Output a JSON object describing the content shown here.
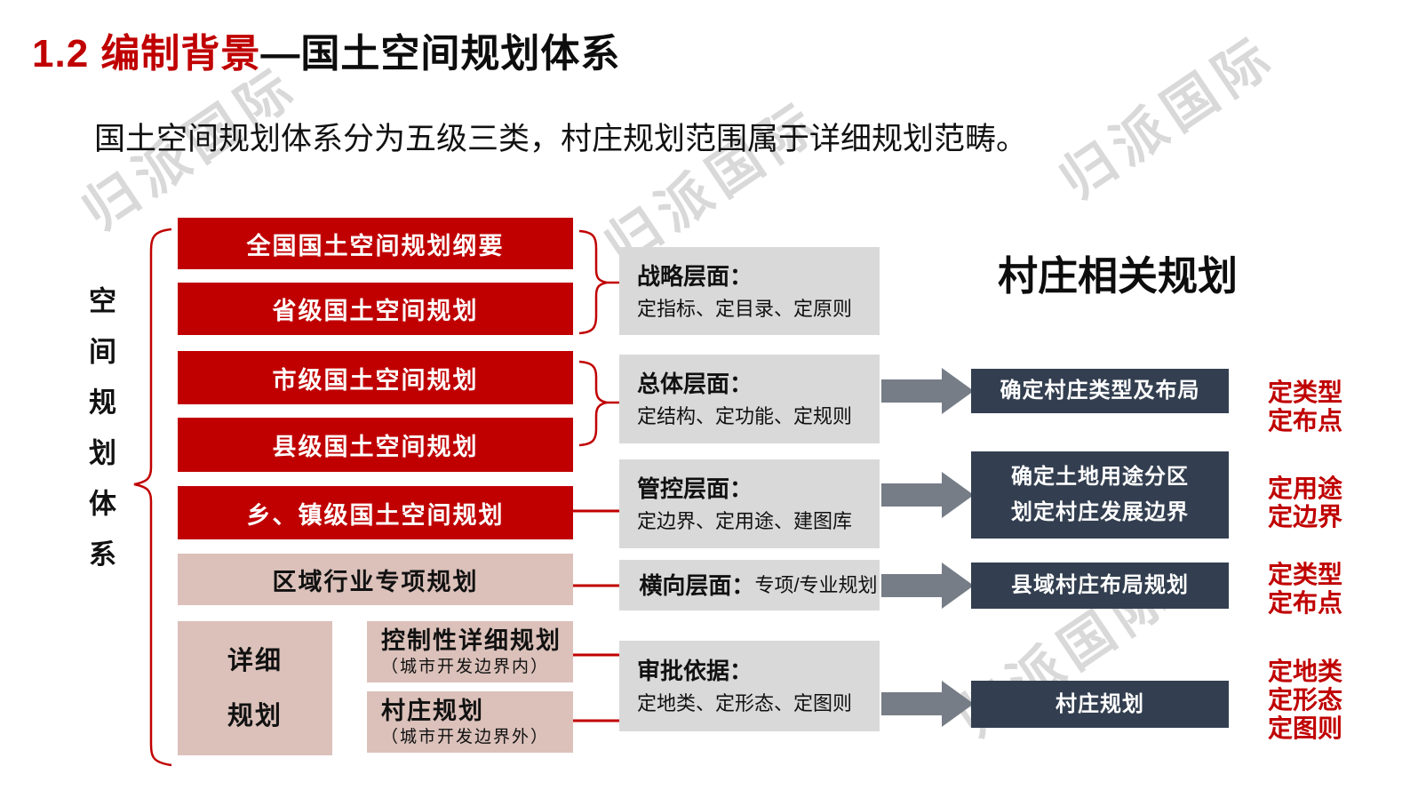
{
  "title": {
    "section": "1.2 编制背景",
    "topic": "—国土空间规划体系"
  },
  "subtitle": "国土空间规划体系分为五级三类，村庄规划范围属于详细规划范畴。",
  "watermark": "归派国际",
  "left_system_label": "空间规划体系",
  "hierarchy": {
    "red_boxes": [
      "全国国土空间规划纲要",
      "省级国土空间规划",
      "市级国土空间规划",
      "县级国土空间规划",
      "乡、镇级国土空间规划"
    ],
    "special_box": "区域行业专项规划",
    "detail_group_label": "详细规划",
    "detail_items": [
      {
        "title": "控制性详细规划",
        "note": "（城市开发边界内）"
      },
      {
        "title": "村庄规划",
        "note": "（城市开发边界外）"
      }
    ]
  },
  "levels": [
    {
      "heading": "战略层面：",
      "detail": "定指标、定目录、定原则"
    },
    {
      "heading": "总体层面：",
      "detail": "定结构、定功能、定规则"
    },
    {
      "heading": "管控层面：",
      "detail": "定边界、定用途、建图库"
    },
    {
      "heading": "横向层面：",
      "detail": "专项/专业规划"
    },
    {
      "heading": "审批依据：",
      "detail": "定地类、定形态、定图则"
    }
  ],
  "village_section": {
    "title": "村庄相关规划",
    "items": [
      {
        "line1": "确定村庄类型及布局",
        "line2": "",
        "tags": [
          "定类型",
          "定布点"
        ]
      },
      {
        "line1": "确定土地用途分区",
        "line2": "划定村庄发展边界",
        "tags": [
          "定用途",
          "定边界"
        ]
      },
      {
        "line1": "县域村庄布局规划",
        "line2": "",
        "tags": [
          "定类型",
          "定布点"
        ]
      },
      {
        "line1": "村庄规划",
        "line2": "",
        "tags": [
          "定地类",
          "定形态",
          "定图则"
        ]
      }
    ]
  },
  "colors": {
    "primary_red": "#c00000",
    "pink": "#dbc1ba",
    "gray_panel": "#d9d9d9",
    "dark_slate": "#333f50",
    "arrow_gray": "#767d87",
    "watermark_gray": "#d9d9d9"
  }
}
